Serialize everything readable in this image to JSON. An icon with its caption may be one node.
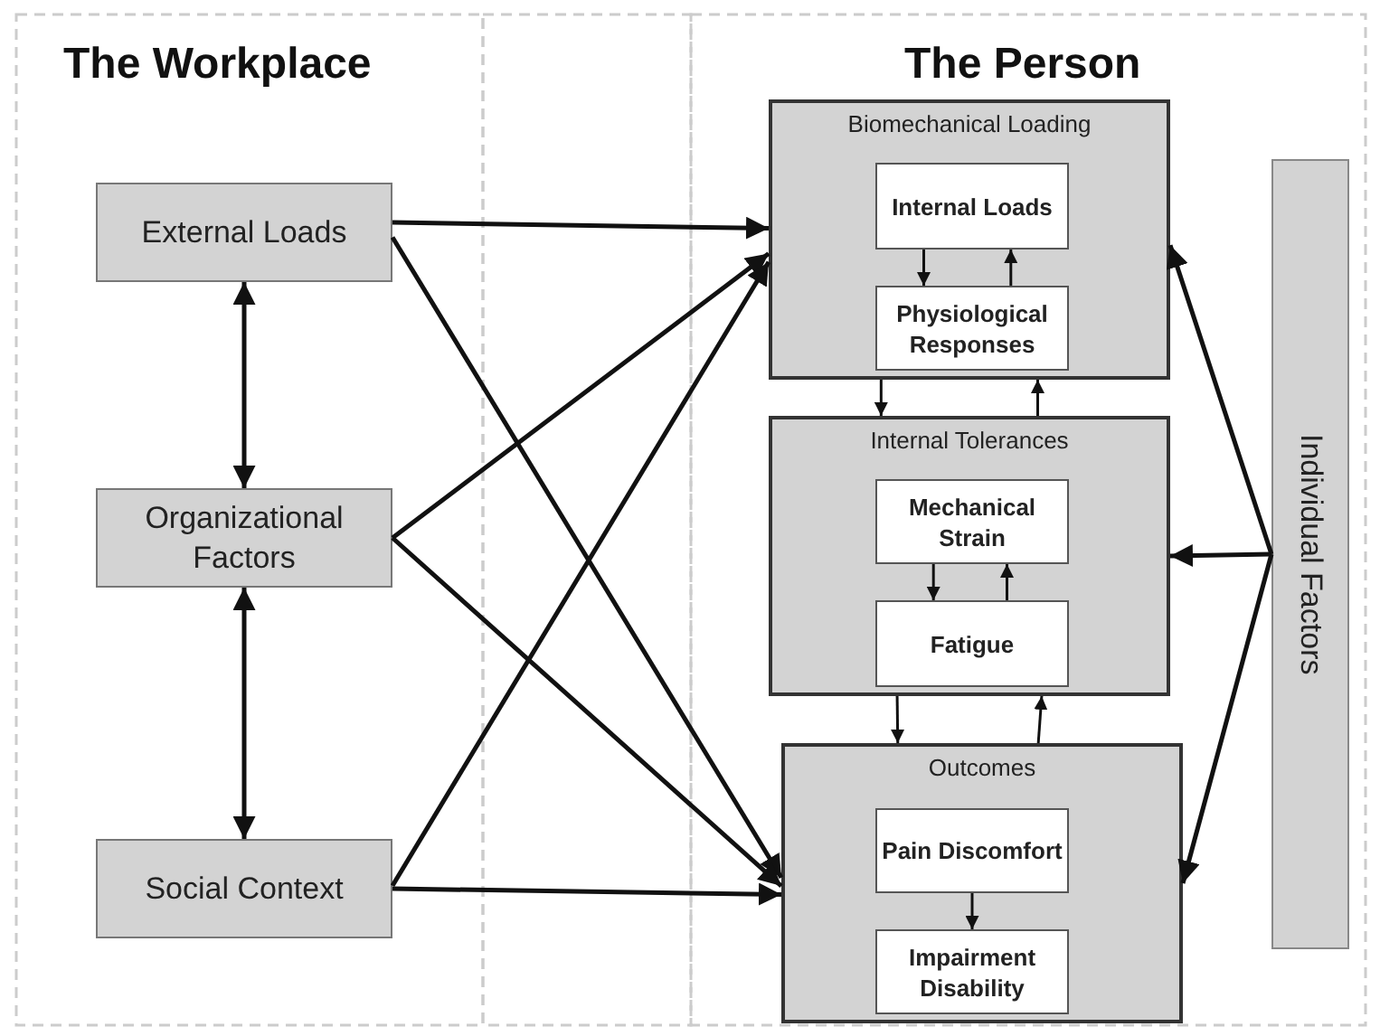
{
  "diagram": {
    "nodes": [
      {
        "text": [
          "External Loads"
        ]
      },
      {
        "text": [
          "Organizational Factors"
        ]
      },
      {
        "text": [
          "Social Context"
        ]
      },
      {
        "text": [
          "Biomechanical Loading"
        ]
      },
      {
        "text": [
          "Internal Loads"
        ],
        "in": 3
      },
      {
        "text": [
          "Physiological Responses"
        ],
        "in": 3
      },
      {
        "text": [
          "Internal Tolerances"
        ]
      },
      {
        "text": [
          "Mechanical Strain"
        ],
        "in": 6
      },
      {
        "text": [
          "Fatigue"
        ],
        "in": 6
      },
      {
        "text": [
          "Outcomes"
        ]
      },
      {
        "text": [
          "Pain Discomfort"
        ],
        "in": 9
      },
      {
        "text": [
          "Impairment Disability"
        ],
        "in": 9
      },
      {
        "text": [
          "Individual Factors"
        ]
      }
    ],
    "edges": [
      {
        "from": 0,
        "to": 1,
        "arrow": "both"
      },
      {
        "from": 1,
        "to": 2,
        "arrow": "both"
      },
      {
        "from": 0,
        "to": 3,
        "arrow": "to"
      },
      {
        "from": 0,
        "to": 9,
        "arrow": "to"
      },
      {
        "from": 1,
        "to": 3,
        "arrow": "to"
      },
      {
        "from": 1,
        "to": 9,
        "arrow": "to"
      },
      {
        "from": 2,
        "to": 3,
        "arrow": "to"
      },
      {
        "from": 2,
        "to": 9,
        "arrow": "to"
      },
      {
        "from": 4,
        "to": 5,
        "arrow": "to"
      },
      {
        "from": 5,
        "to": 4,
        "arrow": "to"
      },
      {
        "from": 3,
        "to": 6,
        "arrow": "to"
      },
      {
        "from": 6,
        "to": 3,
        "arrow": "to"
      },
      {
        "from": 7,
        "to": 8,
        "arrow": "to"
      },
      {
        "from": 8,
        "to": 7,
        "arrow": "to"
      },
      {
        "from": 6,
        "to": 9,
        "arrow": "to"
      },
      {
        "from": 9,
        "to": 6,
        "arrow": "to"
      },
      {
        "from": 10,
        "to": 11,
        "arrow": "to"
      },
      {
        "from": 12,
        "to": 3,
        "arrow": "to"
      },
      {
        "from": 12,
        "to": 6,
        "arrow": "to"
      },
      {
        "from": 12,
        "to": 9,
        "arrow": "to"
      }
    ],
    "labels": [
      "The Workplace",
      "The Person"
    ]
  }
}
